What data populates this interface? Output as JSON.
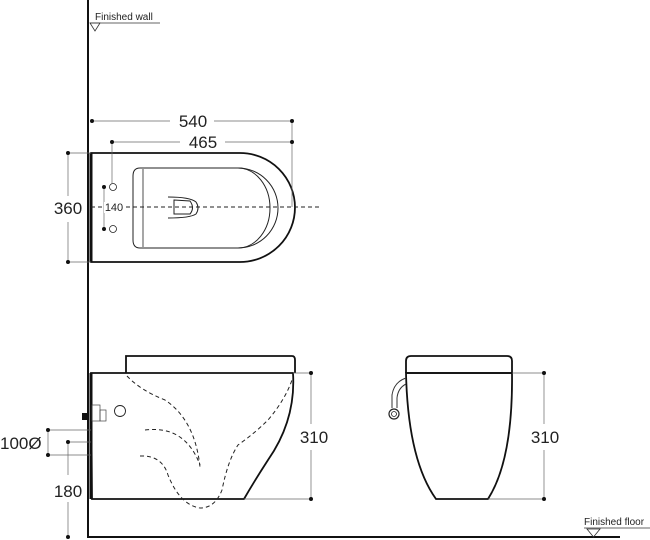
{
  "labels": {
    "finished_wall": "Finished wall",
    "finished_floor": "Finished floor"
  },
  "top_view": {
    "overall_length": "540",
    "fixing_to_front": "465",
    "width": "360",
    "fixing_spacing": "140"
  },
  "side_view": {
    "height": "310",
    "inlet_diameter": "100Ø",
    "outlet_height": "180"
  },
  "front_view": {
    "height": "310"
  }
}
